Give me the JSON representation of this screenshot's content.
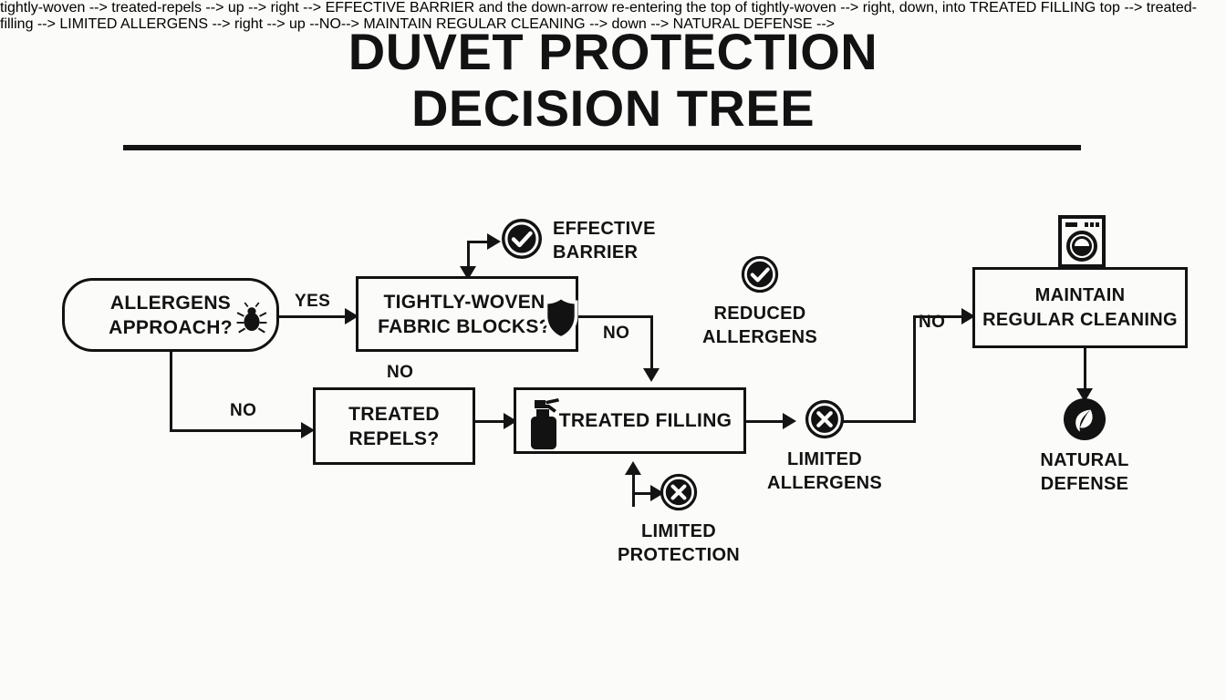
{
  "header": {
    "title_line1": "DUVET PROTECTION",
    "title_line2": "DECISION TREE",
    "rule_color": "#141414"
  },
  "theme": {
    "background": "#fbfbf9",
    "ink": "#121212",
    "line": "#141414"
  },
  "diagram": {
    "type": "flowchart",
    "orientation": "left-to-right",
    "nodes": [
      {
        "id": "allergens-approach",
        "label": "ALLERGENS\nAPPROACH?",
        "shape": "rounded-rectangle",
        "icon": "dust-mite-icon"
      },
      {
        "id": "tightly-woven",
        "label": "TIGHTLY-WOVEN\nFABRIC BLOCKS?",
        "shape": "rectangle",
        "icon": "shield-icon"
      },
      {
        "id": "treated-repels",
        "label": "TREATED\nREPELS?",
        "shape": "rectangle",
        "icon": "none"
      },
      {
        "id": "treated-filling",
        "label": "TREATED FILLING",
        "shape": "rectangle",
        "icon": "spray-bottle-icon"
      },
      {
        "id": "maintain-cleaning",
        "label": "MAINTAIN\nREGULAR CLEANING",
        "shape": "rectangle",
        "icon": "washing-machine-icon"
      }
    ],
    "outcomes": [
      {
        "id": "effective-barrier",
        "caption": "EFFECTIVE\nBARRIER",
        "icon": "check-circle-icon",
        "sentiment": "positive"
      },
      {
        "id": "reduced-allergens",
        "caption": "REDUCED\nALLERGENS",
        "icon": "check-circle-icon",
        "sentiment": "positive"
      },
      {
        "id": "limited-protection",
        "caption": "LIMITED\nPROTECTION",
        "icon": "x-circle-icon",
        "sentiment": "negative"
      },
      {
        "id": "limited-allergens",
        "caption": "LIMITED\nALLERGENS",
        "icon": "x-circle-icon",
        "sentiment": "negative"
      },
      {
        "id": "natural-defense",
        "caption": "NATURAL\nDEFENSE",
        "icon": "leaf-circle-icon",
        "sentiment": "positive"
      }
    ],
    "edge_labels": [
      {
        "id": "yes-woven",
        "text": "YES"
      },
      {
        "id": "no-repels",
        "text": "NO"
      },
      {
        "id": "no-above-repels",
        "text": "NO"
      },
      {
        "id": "no-filling",
        "text": "NO"
      },
      {
        "id": "no-cleaning",
        "text": "NO"
      }
    ]
  }
}
